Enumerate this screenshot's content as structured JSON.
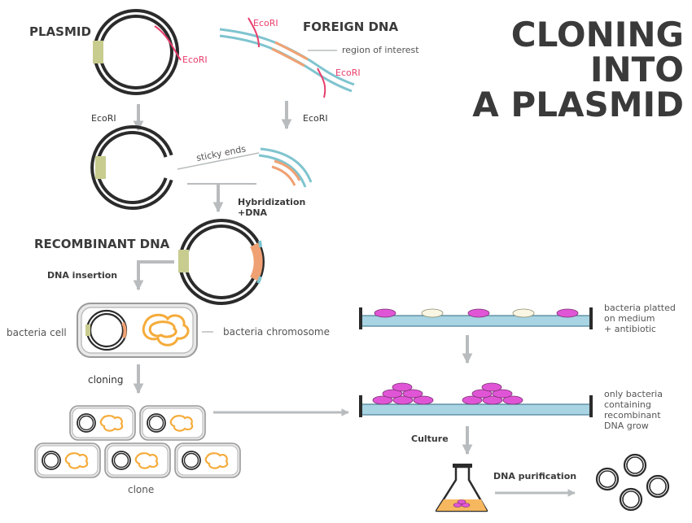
{
  "title": {
    "line1": "CLONING",
    "line2": "INTO",
    "line3": "A PLASMID"
  },
  "labels": {
    "plasmid": "PLASMID",
    "foreign_dna": "FOREIGN DNA",
    "ecori_plasmid_site": "EcoRI",
    "ecori_dna_site_1": "EcoRI",
    "ecori_dna_site_2": "EcoRI",
    "region_of_interest": "region of interest",
    "ecori_step_left": "EcoRI",
    "ecori_step_right": "EcoRI",
    "sticky_ends": "sticky ends",
    "hybridization_1": "Hybridization",
    "hybridization_2": "+DNA",
    "recombinant_dna": "RECOMBINANT DNA",
    "dna_insertion": "DNA insertion",
    "bacteria_cell": "bacteria cell",
    "bacteria_chromosome": "bacteria chromosome",
    "cloning": "cloning",
    "clone": "clone",
    "platted_1": "bacteria platted",
    "platted_2": "on medium",
    "platted_3": "+ antibiotic",
    "grow_1": "only bacteria",
    "grow_2": "containing",
    "grow_3": "recombinant",
    "grow_4": "DNA grow",
    "culture": "Culture",
    "dna_purification": "DNA purification"
  },
  "colors": {
    "plasmid_ring": "#2b2b2b",
    "marker": "#c8cc8f",
    "dna_strand": "#7fc4cf",
    "insert": "#f0a173",
    "ecori_site": "#e83d6b",
    "chromosome": "#f5ab3a",
    "colony": "#e055d6",
    "colony_dead": "#faf6e4",
    "arrow": "#b9bcbe",
    "plate": "#a8d4e3",
    "title": "#3a3a3a"
  }
}
